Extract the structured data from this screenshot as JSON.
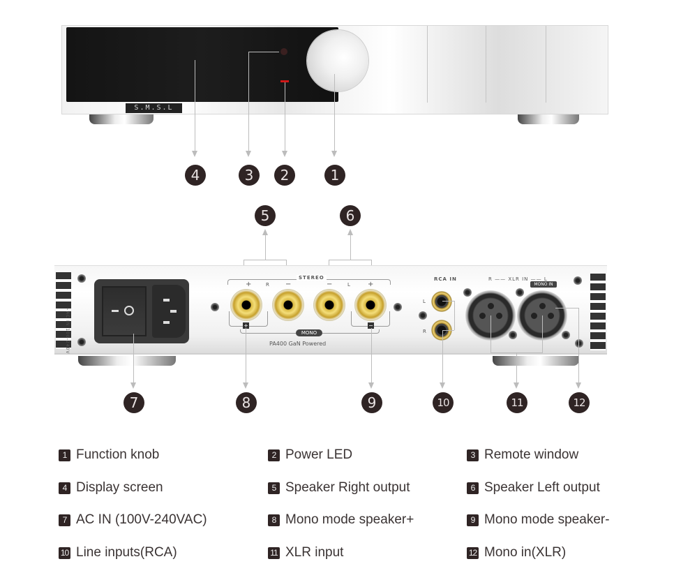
{
  "front_panel": {
    "brand_logo": "S.M.S.L",
    "callouts": [
      {
        "num": "4",
        "target": "display-screen"
      },
      {
        "num": "3",
        "target": "remote-window"
      },
      {
        "num": "2",
        "target": "power-led"
      },
      {
        "num": "1",
        "target": "function-knob"
      }
    ],
    "colors": {
      "led": "#d01818",
      "screen": "#161616"
    }
  },
  "rear_panel": {
    "ac_label": "~AC IN 100-240V",
    "stereo_label": "STEREO",
    "mono_label": "MONO",
    "r_label": "R",
    "l_label": "L",
    "plus": "+",
    "minus": "−",
    "model_label": "PA400 GaN Powered",
    "rca_in_label": "RCA IN",
    "rca_l": "L",
    "rca_r": "R",
    "xlr_label": "R —— XLR IN —— L",
    "mono_in_label": "MONO IN",
    "callouts_top": [
      {
        "num": "5",
        "target": "speaker-right-output"
      },
      {
        "num": "6",
        "target": "speaker-left-output"
      }
    ],
    "callouts_bottom": [
      {
        "num": "7"
      },
      {
        "num": "8"
      },
      {
        "num": "9"
      },
      {
        "num": "10"
      },
      {
        "num": "11"
      },
      {
        "num": "12"
      }
    ]
  },
  "legend": [
    {
      "num": "1",
      "label": "Function knob"
    },
    {
      "num": "2",
      "label": "Power LED"
    },
    {
      "num": "3",
      "label": "Remote window"
    },
    {
      "num": "4",
      "label": "Display screen"
    },
    {
      "num": "5",
      "label": "Speaker Right output"
    },
    {
      "num": "6",
      "label": "Speaker Left output"
    },
    {
      "num": "7",
      "label": "AC IN (100V-240VAC)"
    },
    {
      "num": "8",
      "label": "Mono mode speaker+"
    },
    {
      "num": "9",
      "label": "Mono mode speaker-"
    },
    {
      "num": "10",
      "label": "Line inputs(RCA)"
    },
    {
      "num": "11",
      "label": "XLR input"
    },
    {
      "num": "12",
      "label": "Mono in(XLR)"
    }
  ]
}
